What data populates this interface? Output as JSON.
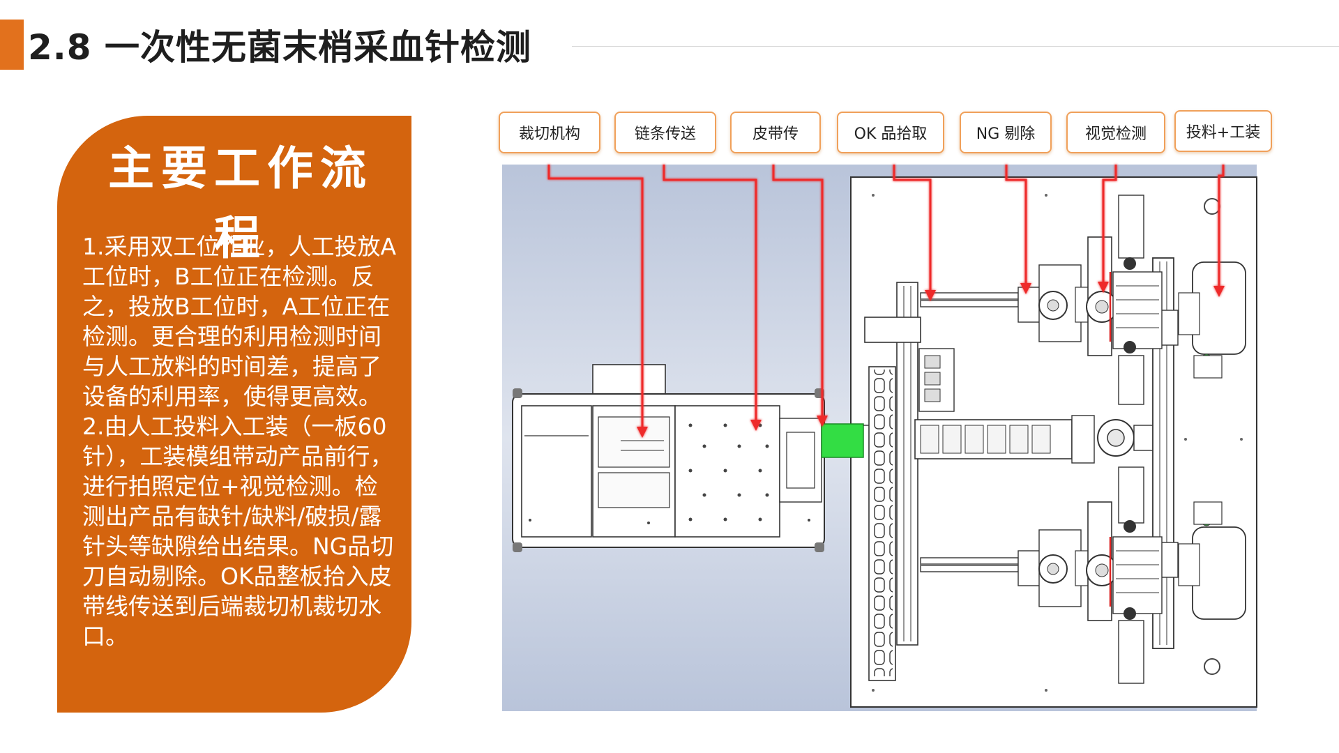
{
  "header": {
    "title": "2.8 一次性无菌末梢采血针检测"
  },
  "panel": {
    "title": "主要工作流程",
    "paragraph_1": "1.采用双工位作业，人工投放A工位时，B工位正在检测。反之，投放B工位时，A工位正在检测。更合理的利用检测时间与人工放料的时间差，提高了设备的利用率，使得更高效。",
    "paragraph_2": "2.由人工投料入工装（一板60针），工装模组带动产品前行，进行拍照定位+视觉检测。检测出产品有缺针/缺料/破损/露针头等缺隙给出结果。NG品切刀自动剔除。OK品整板拾入皮带线传送到后端裁切机裁切水口。"
  },
  "diagram": {
    "labels": {
      "cutting": "裁切机构",
      "chain": "链条传送",
      "belt": "皮带传",
      "ok_pick": "OK 品拾取",
      "ng_remove": "NG 剔除",
      "vision": "视觉检测",
      "feeding": "投料+工装"
    },
    "colors": {
      "arrow": "#ee2a2a",
      "label_border": "#f0a05a",
      "belt_highlight": "#33dd44",
      "background": "#c9d2e3"
    }
  }
}
